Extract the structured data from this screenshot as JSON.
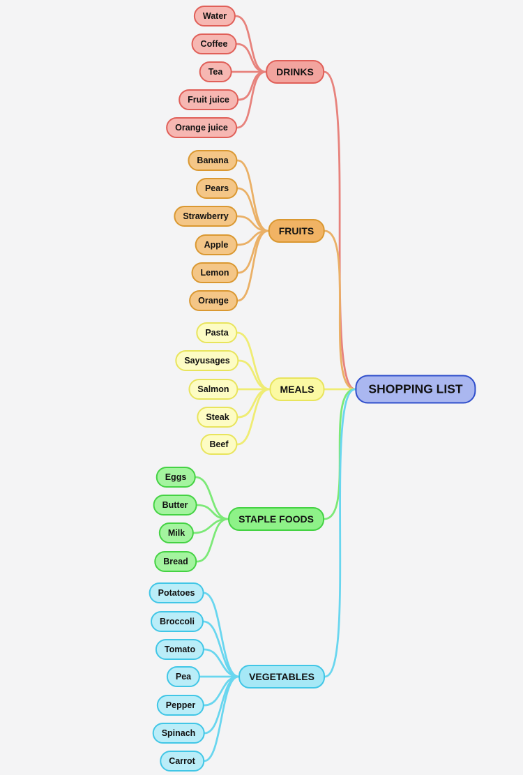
{
  "diagram_type": "mindmap",
  "canvas_background": "#f4f4f5",
  "text_color": "#111111",
  "center": {
    "label": "SHOPPING LIST",
    "fill": "#aab7f0",
    "border": "#2f4ecb"
  },
  "branches": [
    {
      "label": "DRINKS",
      "node_fill": "#f2a49e",
      "node_border": "#e05f58",
      "leaf_fill": "#f6b7b2",
      "leaf_border": "#e05f58",
      "line_color": "#e7827c",
      "children": [
        "Water",
        "Coffee",
        "Tea",
        "Fruit juice",
        "Orange juice"
      ]
    },
    {
      "label": "FRUITS",
      "node_fill": "#f1b364",
      "node_border": "#da9831",
      "leaf_fill": "#f4c687",
      "leaf_border": "#da9831",
      "line_color": "#eab066",
      "children": [
        "Banana",
        "Pears",
        "Strawberry",
        "Apple",
        "Lemon",
        "Orange"
      ]
    },
    {
      "label": "MEALS",
      "node_fill": "#fbf9a3",
      "node_border": "#e8e45c",
      "leaf_fill": "#fdfcc4",
      "leaf_border": "#e8e45c",
      "line_color": "#efec73",
      "children": [
        "Pasta",
        "Sayusages",
        "Salmon",
        "Steak",
        "Beef"
      ]
    },
    {
      "label": "STAPLE FOODS",
      "node_fill": "#8ef288",
      "node_border": "#44d243",
      "leaf_fill": "#a4f49f",
      "leaf_border": "#44d243",
      "line_color": "#7ce977",
      "children": [
        "Eggs",
        "Butter",
        "Milk",
        "Bread"
      ]
    },
    {
      "label": "VEGETABLES",
      "node_fill": "#a6e8f6",
      "node_border": "#41c6e6",
      "leaf_fill": "#baedf8",
      "leaf_border": "#41c6e6",
      "line_color": "#69d6ef",
      "children": [
        "Potatoes",
        "Broccoli",
        "Tomato",
        "Pea",
        "Pepper",
        "Spinach",
        "Carrot"
      ]
    }
  ]
}
